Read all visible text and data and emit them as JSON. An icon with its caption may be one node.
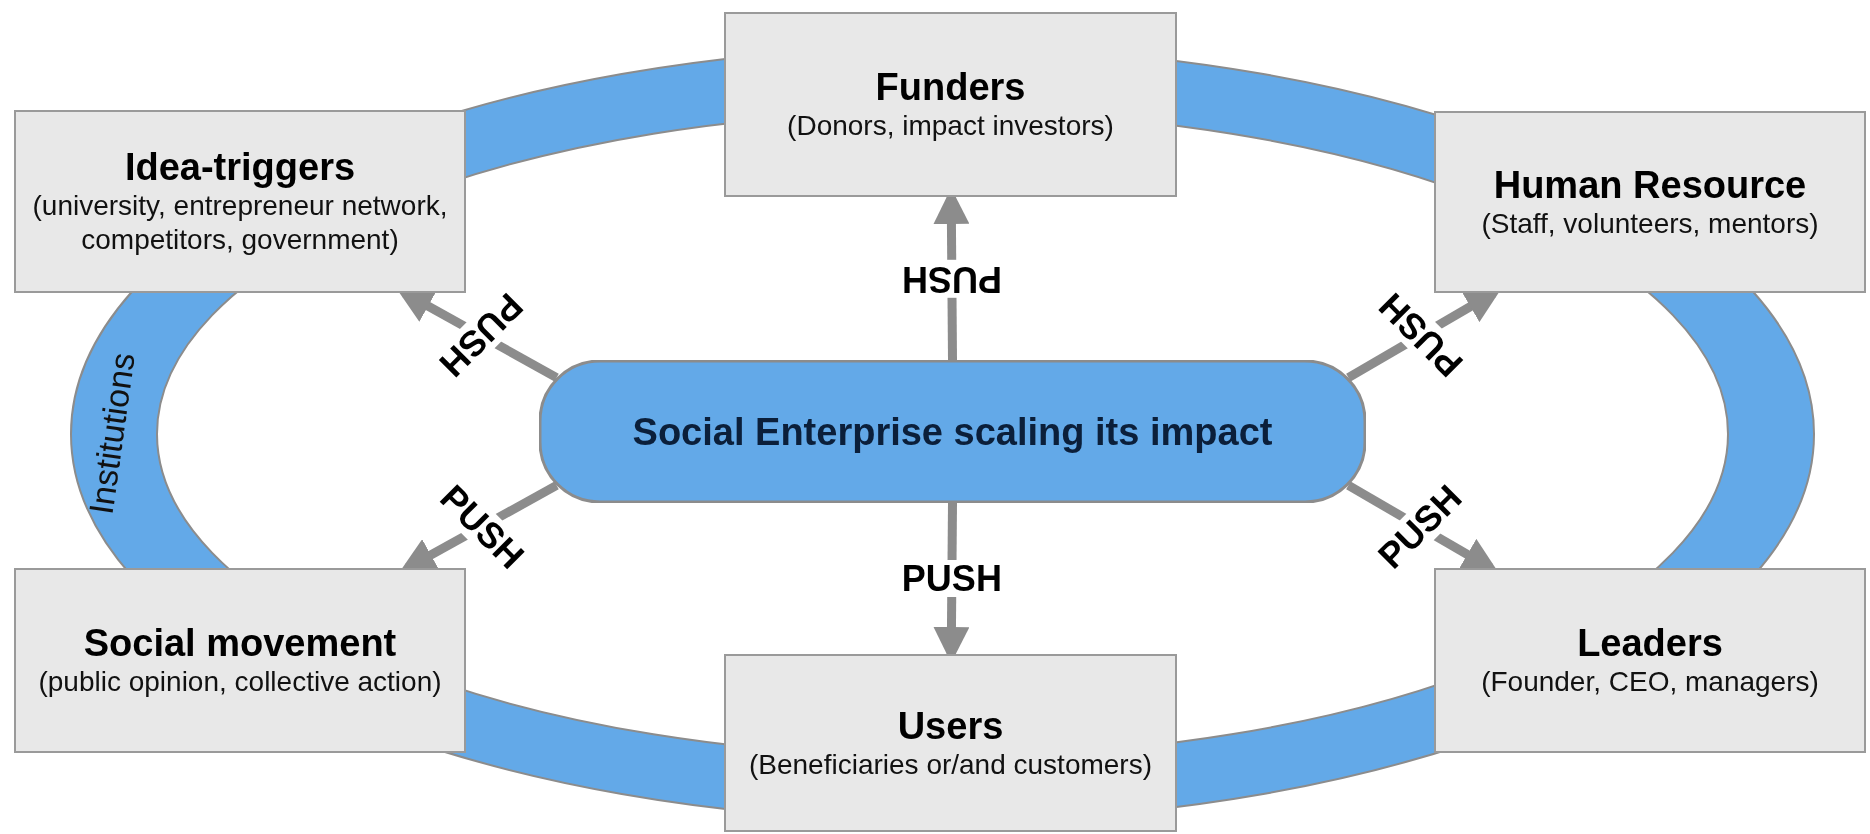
{
  "diagram": {
    "nodes": [
      {
        "text": [
          "Idea-triggers",
          "(university, entrepreneur network, competitors, government)"
        ]
      },
      {
        "text": [
          "Funders",
          "(Donors, impact investors)"
        ]
      },
      {
        "text": [
          "Human Resource",
          "(Staff, volunteers, mentors)"
        ]
      },
      {
        "text": [
          "Institutions"
        ]
      },
      {
        "text": [
          "Social Enterprise scaling its impact"
        ]
      },
      {
        "text": [
          "Social movement",
          "(public opinion, collective action)"
        ]
      },
      {
        "text": [
          "Users",
          "(Beneficiaries or/and customers)"
        ]
      },
      {
        "text": [
          "Leaders",
          "(Founder, CEO, managers)"
        ]
      }
    ],
    "edges": [
      {
        "from": 4,
        "to": 1,
        "arrow": "to",
        "label": "PUSH"
      },
      {
        "from": 4,
        "to": 0,
        "arrow": "to",
        "label": "PUSH"
      },
      {
        "from": 4,
        "to": 2,
        "arrow": "to",
        "label": "PUSH"
      },
      {
        "from": 4,
        "to": 5,
        "arrow": "to",
        "label": "PUSH"
      },
      {
        "from": 4,
        "to": 6,
        "arrow": "to",
        "label": "PUSH"
      },
      {
        "from": 4,
        "to": 7,
        "arrow": "to",
        "label": "PUSH"
      }
    ]
  }
}
